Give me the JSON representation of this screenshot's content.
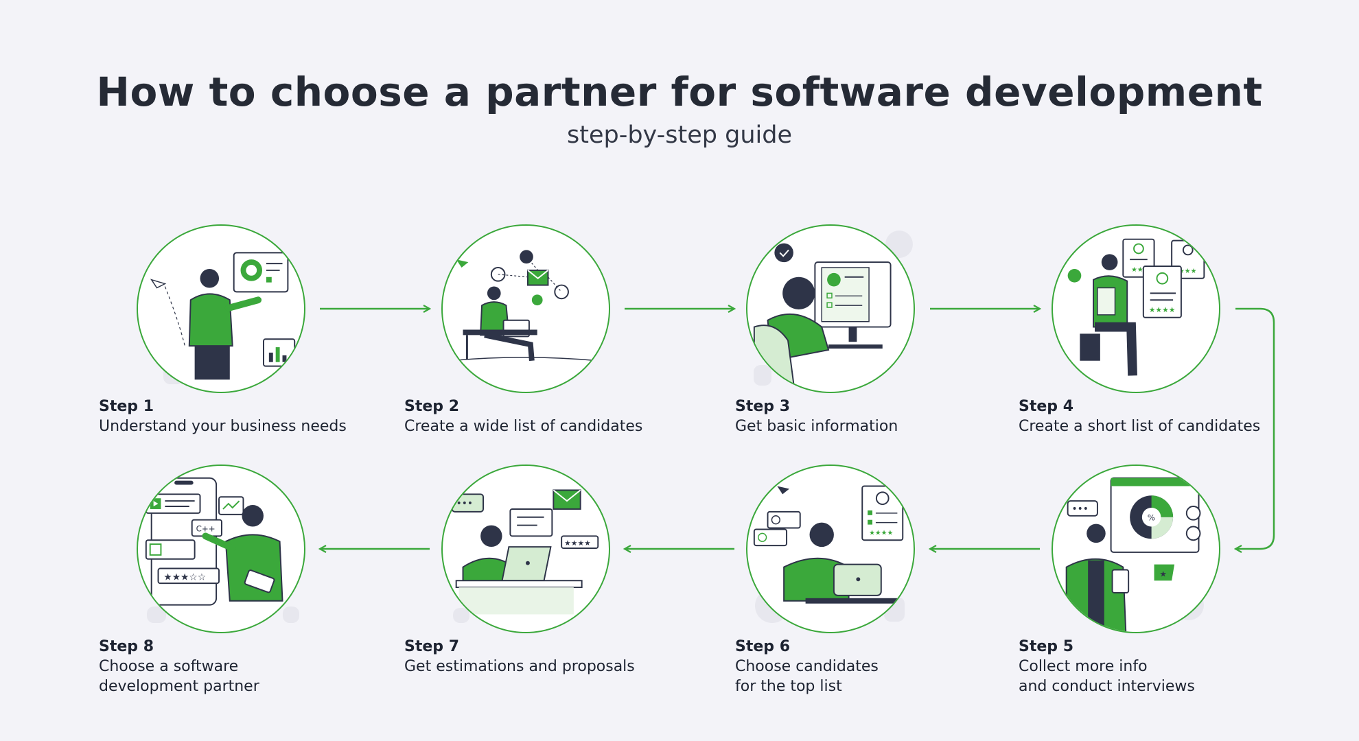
{
  "title": "How to choose a partner for software development",
  "subtitle": "step-by-step guide",
  "colors": {
    "accent": "#3ba83b",
    "accent_light": "#d5ecd2",
    "dark": "#2e3448",
    "background": "#f3f3f8"
  },
  "steps": [
    {
      "step": "Step 1",
      "desc": "Understand your business needs",
      "illustration": "person-presenting-chart-icon"
    },
    {
      "step": "Step 2",
      "desc": "Create a wide list of candidates",
      "illustration": "person-with-laptop-network-icon"
    },
    {
      "step": "Step 3",
      "desc": "Get basic information",
      "illustration": "person-at-monitor-icon"
    },
    {
      "step": "Step 4",
      "desc": "Create a short list of candidates",
      "illustration": "person-with-profile-cards-icon"
    },
    {
      "step": "Step 5",
      "desc": "Collect more info\nand conduct interviews",
      "illustration": "person-with-analytics-icon"
    },
    {
      "step": "Step 6",
      "desc": "Choose candidates\nfor the top list",
      "illustration": "person-reviewing-candidates-icon"
    },
    {
      "step": "Step 7",
      "desc": "Get estimations and proposals",
      "illustration": "person-receiving-messages-icon"
    },
    {
      "step": "Step 8",
      "desc": "Choose a software\ndevelopment partner",
      "illustration": "person-with-code-screen-icon"
    }
  ]
}
